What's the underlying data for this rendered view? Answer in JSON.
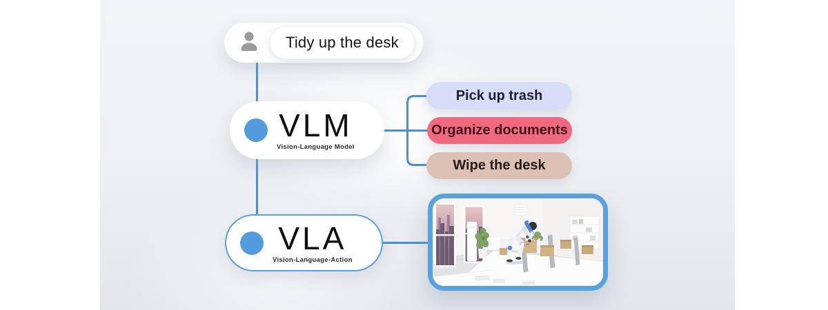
{
  "diagram": {
    "user_prompt": "Tidy up the desk",
    "vlm": {
      "abbr": "VLM",
      "full_name": "Vision-Language Model"
    },
    "vla": {
      "abbr": "VLA",
      "full_name": "Vision-Language-Action"
    },
    "tasks": [
      {
        "label": "Pick up trash",
        "bg": "#d7ddf8",
        "fg": "#1d1e2b"
      },
      {
        "label": "Organize documents",
        "bg": "#f0697e",
        "fg": "#431019"
      },
      {
        "label": "Wipe the desk",
        "bg": "#dcc0b3",
        "fg": "#241a18"
      }
    ],
    "image_alt": "Humanoid robot tidying cardboard boxes on white desks in a bright office"
  },
  "colors": {
    "connector": "#4a8fd3",
    "node_dot": "#549bdd",
    "image_border": "#58a1dd",
    "person_icon": "#9b9b9b"
  }
}
